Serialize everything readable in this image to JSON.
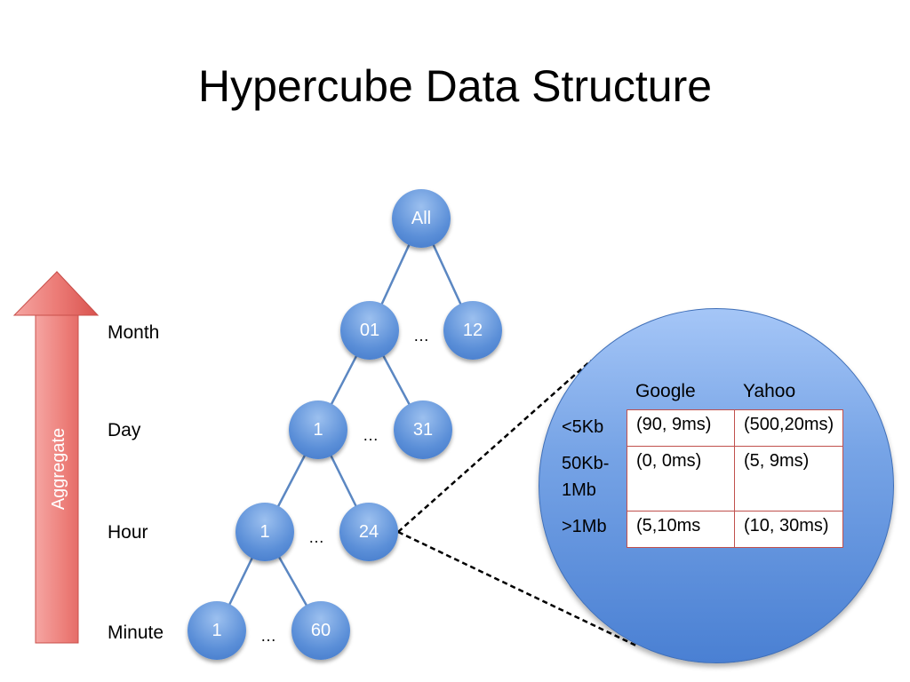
{
  "title": "Hypercube Data Structure",
  "aggregate_label": "Aggregate",
  "levels": {
    "month": "Month",
    "day": "Day",
    "hour": "Hour",
    "minute": "Minute"
  },
  "nodes": {
    "all": "All",
    "month_first": "01",
    "month_last": "12",
    "day_first": "1",
    "day_last": "31",
    "hour_first": "1",
    "hour_last": "24",
    "minute_first": "1",
    "minute_last": "60"
  },
  "ellipsis": "…",
  "table": {
    "columns": [
      "Google",
      "Yahoo"
    ],
    "rows": [
      {
        "label": "<5Kb",
        "cells": [
          "(90, 9ms)",
          "(500,20ms)"
        ]
      },
      {
        "label": "50Kb-\n1Mb",
        "label_lines": [
          "50Kb-",
          "1Mb"
        ],
        "cells": [
          "(0, 0ms)",
          "(5, 9ms)"
        ]
      },
      {
        "label": ">1Mb",
        "cells": [
          "(5,10ms",
          "(10, 30ms)"
        ]
      }
    ]
  },
  "colors": {
    "node_fill": "#5b8fd8",
    "edge": "#5b87c2",
    "arrow_fill": "#e8706b",
    "table_border": "#c0504d"
  }
}
